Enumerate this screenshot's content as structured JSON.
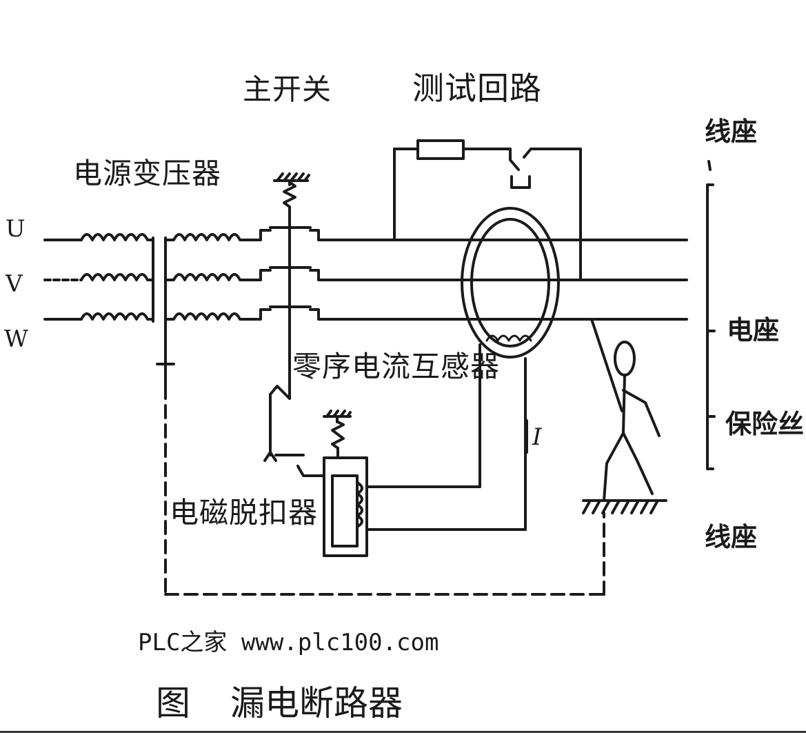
{
  "diagram": {
    "labels": {
      "main_switch": "主开关",
      "test_circuit": "测试回路",
      "power_transformer": "电源变压器",
      "zero_sequence_ct": "零序电流互感器",
      "electromagnetic_trip": "电磁脱扣器",
      "phase_u": "U",
      "phase_v": "V",
      "phase_w": "W",
      "current_symbol": "I"
    },
    "right_labels": {
      "line_base_top": "线座",
      "lamp_base": "电座",
      "fuse": "保险丝",
      "line_base_bottom": "线座"
    },
    "source": "PLC之家 www.plc100.com",
    "caption": {
      "prefix": "图",
      "title": "漏电断路器"
    }
  },
  "colors": {
    "ink": "#1a1a1a",
    "background": "#ffffff"
  }
}
